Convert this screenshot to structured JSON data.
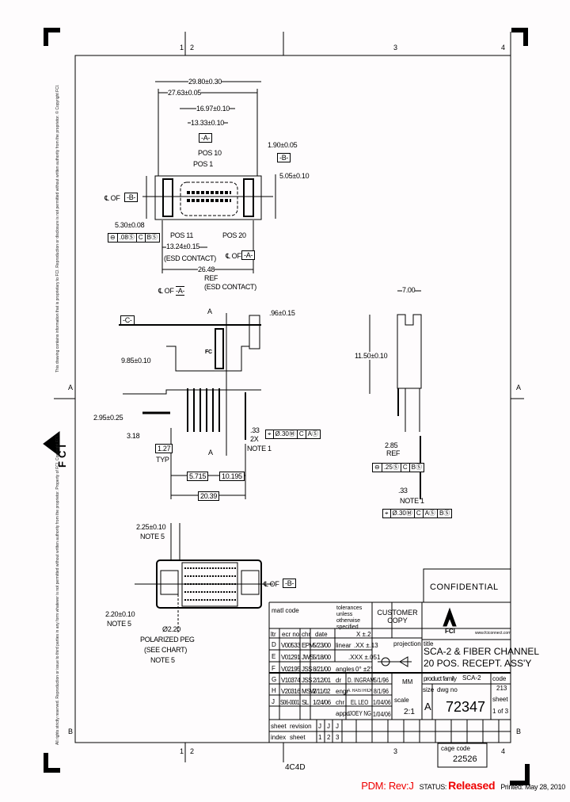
{
  "zones": {
    "top": [
      "1",
      "2",
      "3",
      "4"
    ],
    "side": [
      "A",
      "B"
    ]
  },
  "top_view": {
    "dim_overall": "29.80±0.30",
    "dim_width": "27.63±0.05",
    "dim_1697": "16.97±0.10",
    "dim_1333": "13.33±0.10",
    "datum_a": "-A-",
    "dim_190": "1.90±0.05",
    "datum_b": "-B-",
    "dim_505": "5.05±0.10",
    "pos10": "POS 10",
    "pos1": "POS 1",
    "pos11": "POS 11",
    "pos20": "POS 20",
    "cl_of": "℄ OF",
    "dim_530": "5.30±0.08",
    "fcf": [
      "⊖",
      ".08Ⓢ",
      "C",
      "BⓈ"
    ],
    "dim_1324": "13.24±0.15",
    "esd1": "(ESD CONTACT)",
    "dim_2648": "26.48",
    "ref": "REF",
    "esd2": "(ESD CONTACT)"
  },
  "side_view": {
    "datum_c": "-C-",
    "dim_096": ".96±0.15",
    "dim_985": "9.85±0.10",
    "section_a": "A",
    "dim_295": "2.95±0.25",
    "dim_318": "3.18",
    "dim_127": "1.27",
    "typ": "TYP",
    "dim_33": ".33",
    "x2": "2X",
    "note1": "NOTE 1",
    "fcf": [
      "⌖",
      "Ø.30Ⓜ",
      "C",
      "AⓈ"
    ],
    "dim_5715": "5.715",
    "dim_10195": "10.195",
    "dim_2039": "20.39",
    "fc_logo": "FC"
  },
  "end_view": {
    "dim_700": "7.00",
    "dim_1150": "11.50±0.10",
    "dim_285": "2.85",
    "ref": "REF",
    "fcf1": [
      "⊖",
      ".25Ⓢ",
      "C",
      "BⓈ"
    ],
    "dim_33": ".33",
    "note1": "NOTE 1",
    "fcf2": [
      "⌖",
      "Ø.30Ⓜ",
      "C",
      "AⓈ",
      "BⓈ"
    ]
  },
  "bottom_view": {
    "dim_225": "2.25±0.10",
    "note5a": "NOTE 5",
    "dim_220": "2.20±0.10",
    "note5b": "NOTE 5",
    "dim_peg": "Ø2.20",
    "peg": "POLARIZED PEG",
    "see_chart": "(SEE CHART)",
    "note5c": "NOTE 5",
    "cl_of_b": "℄ OF",
    "datum_b": "-B-"
  },
  "title_block": {
    "confidential": "CONFIDENTIAL",
    "matl_code": "matl code",
    "tolerances": "tolerances unless otherwise specified",
    "customer_copy": "CUSTOMER COPY",
    "company": "FCI",
    "website": "www.fciconnect.com",
    "headers": [
      "ltr",
      "ecr no",
      "chr",
      "date"
    ],
    "revisions": [
      [
        "D",
        "V00533",
        "EPM",
        "5/23/00"
      ],
      [
        "E",
        "V01291",
        "JWS",
        "5/18/00"
      ],
      [
        "F",
        "V02195",
        "JSS",
        "8/21/00"
      ],
      [
        "G",
        "V10374",
        "JSS",
        "2/12/01"
      ],
      [
        "H",
        "V20316",
        "MSW",
        "2/11/02"
      ],
      [
        "J",
        "S06-0001",
        "SL",
        "1/24/06"
      ]
    ],
    "tol_labels": [
      "linear",
      "angles"
    ],
    "tols": [
      "X ±.2",
      ".XX ±.13",
      ".XXX ±.051",
      "0° ±2°"
    ],
    "roles": [
      "dr",
      "engr",
      "chr",
      "appd"
    ],
    "names": [
      "D. INGRAM",
      "A. RAISTRICK",
      "EL LEO",
      "JOEY NG"
    ],
    "dates": [
      "5/1/96",
      "8/1/96",
      "1/04/06",
      "1/04/06"
    ],
    "projection": "projection",
    "units": "MM",
    "scale_label": "scale",
    "scale": "2:1",
    "title_label": "title",
    "title1": "SCA-2 & FIBER CHANNEL",
    "title2": "20 POS. RECEPT. ASS'Y",
    "product_family_label": "product family",
    "product_family": "SCA-2",
    "code_label": "code",
    "code": "213",
    "size_label": "size",
    "size": "A",
    "dwg_label": "dwg no",
    "dwg_no": "72347",
    "sheet_label": "sheet",
    "sheet": "1 of 3",
    "sheet_rev_label": "sheet",
    "revision_label": "revision",
    "revs": [
      "J",
      "J",
      "J"
    ],
    "index_label": "index",
    "sheet_idx_label": "sheet",
    "sheets": [
      "1",
      "2",
      "3"
    ],
    "cage_label": "cage code",
    "cage_code": "22526",
    "doc_code": "4C4D"
  },
  "footer": {
    "pdm": "PDM: Rev:J",
    "status_label": "STATUS:",
    "status": "Released",
    "printed": "Printed: May 28, 2010"
  },
  "margin_text": {
    "upper": "This drawing contains information that is proprietary to FCI. Reproduction or disclosure is not permitted without written authority from the proprietor. © Copyright FCI.",
    "lower": "All rights strictly reserved. Reproduction or issue to third parties in any form whatever is not permitted without written authority from the proprietor. Property of FCI. Copyright FCI.",
    "logo": "FCI"
  },
  "colors": {
    "ink": "#000000",
    "status_red": "#e00000"
  }
}
